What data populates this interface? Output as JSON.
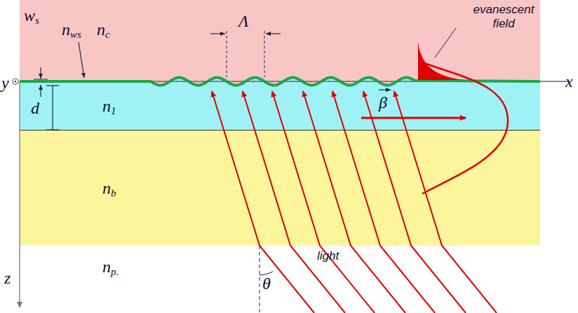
{
  "diagram": {
    "nodes": [
      {
        "text": [
          "nc"
        ]
      },
      {
        "text": [
          "n1"
        ]
      },
      {
        "text": [
          "nb"
        ]
      },
      {
        "text": [
          "np."
        ]
      }
    ],
    "labels": [
      "ws",
      "nws",
      "Λ",
      "evanescent field",
      "y",
      "x",
      "d",
      "β",
      "z",
      "θ",
      "light"
    ]
  }
}
